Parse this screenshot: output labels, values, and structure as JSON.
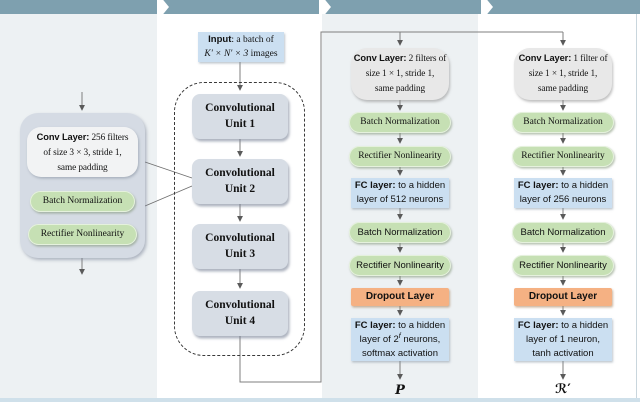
{
  "banner": {
    "chevrons": [
      "chevron-right-icon",
      "chevron-right-icon",
      "chevron-right-icon"
    ]
  },
  "colors": {
    "banner": "#7EA0AF",
    "panel": "#EDF1F3",
    "green_pill": "#C6E0B4",
    "blue_box": "#CBDFF1",
    "orange_box": "#F5B183",
    "unit_box": "#D7DDE5",
    "bottom_strip": "#CFE0EA"
  },
  "col1": {
    "conv": {
      "label": "Conv Layer:",
      "line1_rest": " 256 filters",
      "line2": "of size 3 × 3, stride 1,",
      "line3": "same padding"
    },
    "bn": "Batch Normalization",
    "rn": "Rectifier Nonlinearity"
  },
  "col2": {
    "input": {
      "label": "Input",
      "rest": ": a batch of",
      "line2_math": "K′ × N′ × 3",
      "line2_rest": " images"
    },
    "units": [
      {
        "line1": "Convolutional",
        "line2": "Unit 1"
      },
      {
        "line1": "Convolutional",
        "line2": "Unit 2"
      },
      {
        "line1": "Convolutional",
        "line2": "Unit 3"
      },
      {
        "line1": "Convolutional",
        "line2": "Unit 4"
      }
    ]
  },
  "col3": {
    "conv": {
      "label": "Conv Layer:",
      "line1_rest": " 2 filters of",
      "line2": "size 1 × 1, stride 1,",
      "line3": "same padding"
    },
    "bn1": "Batch Normalization",
    "rn1": "Rectifier Nonlinearity",
    "fc1": {
      "label": "FC layer:",
      "line1_rest": " to a hidden",
      "line2": "layer of 512 neurons"
    },
    "bn2": "Batch Normalization",
    "rn2": "Rectifier Nonlinearity",
    "dropout": "Dropout Layer",
    "fc2": {
      "label": "FC layer:",
      "line1_rest": " to a hidden",
      "line2_pre": "layer of 2",
      "line2_sup": "f",
      "line2_post": " neurons,",
      "line3": "softmax activation"
    },
    "output_label": "P"
  },
  "col4": {
    "conv": {
      "label": "Conv Layer:",
      "line1_rest": " 1 filter of",
      "line2": "size 1 × 1, stride 1,",
      "line3": "same padding"
    },
    "bn1": "Batch Normalization",
    "rn1": "Rectifier Nonlinearity",
    "fc1": {
      "label": "FC layer:",
      "line1_rest": " to a hidden",
      "line2": "layer of 256 neurons"
    },
    "bn2": "Batch Normalization",
    "rn2": "Rectifier Nonlinearity",
    "dropout": "Dropout Layer",
    "fc2": {
      "label": "FC layer:",
      "line1_rest": " to a hidden",
      "line2": "layer of 1 neuron,",
      "line3": "tanh activation"
    },
    "output_label": "ℛ′"
  }
}
